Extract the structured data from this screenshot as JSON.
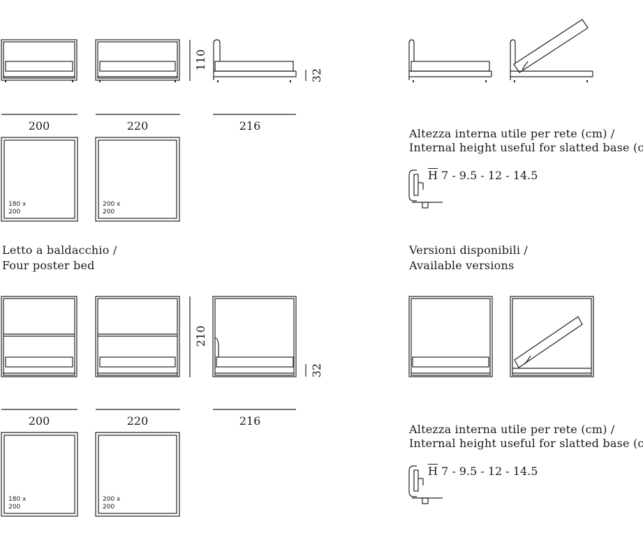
{
  "sections": {
    "four_poster_title_it": "Letto a baldacchio /",
    "four_poster_title_en": "Four poster bed",
    "versions_title_it": "Versioni disponibili /",
    "versions_title_en": "Available versions"
  },
  "internal_height": {
    "label_it": "Altezza interna utile per rete (cm) /",
    "label_en": "Internal height useful for slatted base (cm)",
    "symbol": "H",
    "values": "7 - 9.5 - 12 - 14.5"
  },
  "dimensions": {
    "width_a": "200",
    "width_b": "220",
    "depth": "216",
    "headboard_height_top": "110",
    "headboard_height_bottom": "210",
    "frame_height": "32"
  },
  "mattress_sizes": {
    "size_a_line1": "180 x",
    "size_a_line2": "200",
    "size_b_line1": "200 x",
    "size_b_line2": "200"
  }
}
